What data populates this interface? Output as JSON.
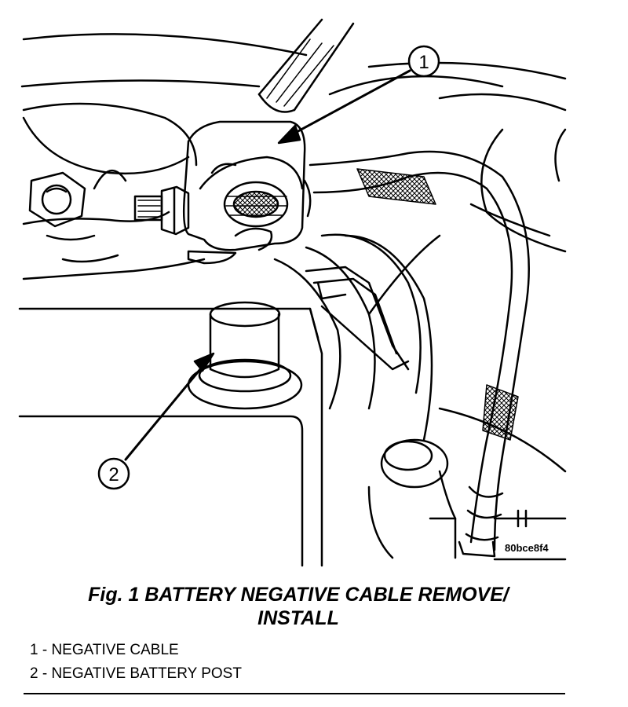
{
  "figure": {
    "caption_line1": "Fig. 1 BATTERY NEGATIVE CABLE REMOVE/",
    "caption_line2": "INSTALL",
    "image_code": "80bce8f4",
    "callouts": [
      {
        "number": "1"
      },
      {
        "number": "2"
      }
    ],
    "legend": [
      {
        "text": "1 - NEGATIVE CABLE"
      },
      {
        "text": "2 - NEGATIVE BATTERY POST"
      }
    ]
  }
}
